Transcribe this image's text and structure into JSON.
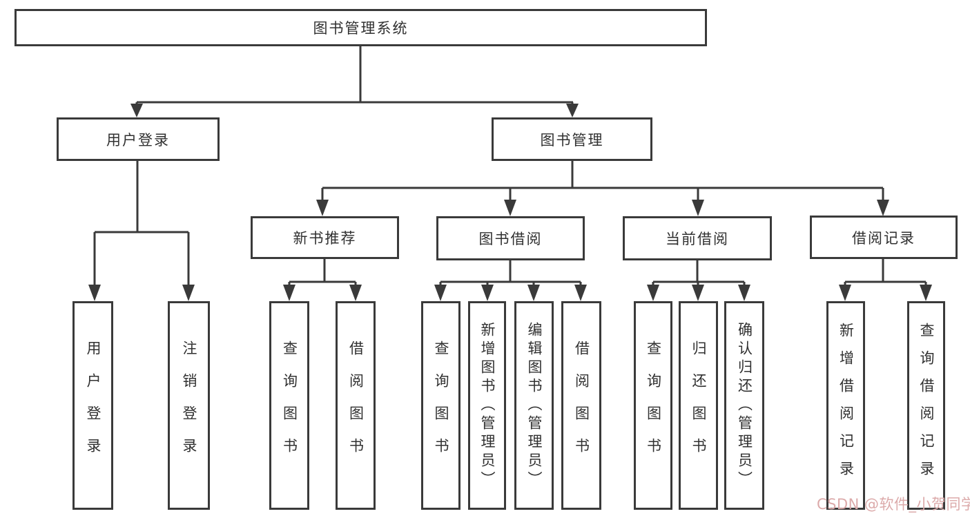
{
  "colors": {
    "line": "#3a3a3a",
    "box_border": "#3a3a3a",
    "text": "#303030",
    "background": "#ffffff",
    "watermark": "#dcaaaa"
  },
  "watermark": {
    "text": "CSDN @软件_小贺同学"
  },
  "tree": {
    "root": {
      "label": "图书管理系统",
      "children": [
        {
          "label": "用户登录",
          "children": [
            {
              "label": "用户登录"
            },
            {
              "label": "注销登录"
            }
          ]
        },
        {
          "label": "图书管理",
          "children": [
            {
              "label": "新书推荐",
              "children": [
                {
                  "label": "查询图书"
                },
                {
                  "label": "借阅图书"
                }
              ]
            },
            {
              "label": "图书借阅",
              "children": [
                {
                  "label": "查询图书"
                },
                {
                  "label": "新增图书（管理员）"
                },
                {
                  "label": "编辑图书（管理员）"
                },
                {
                  "label": "借阅图书"
                }
              ]
            },
            {
              "label": "当前借阅",
              "children": [
                {
                  "label": "查询图书"
                },
                {
                  "label": "归还图书"
                },
                {
                  "label": "确认归还（管理员）"
                }
              ]
            },
            {
              "label": "借阅记录",
              "children": [
                {
                  "label": "新增借阅记录"
                },
                {
                  "label": "查询借阅记录"
                }
              ]
            }
          ]
        }
      ]
    }
  }
}
